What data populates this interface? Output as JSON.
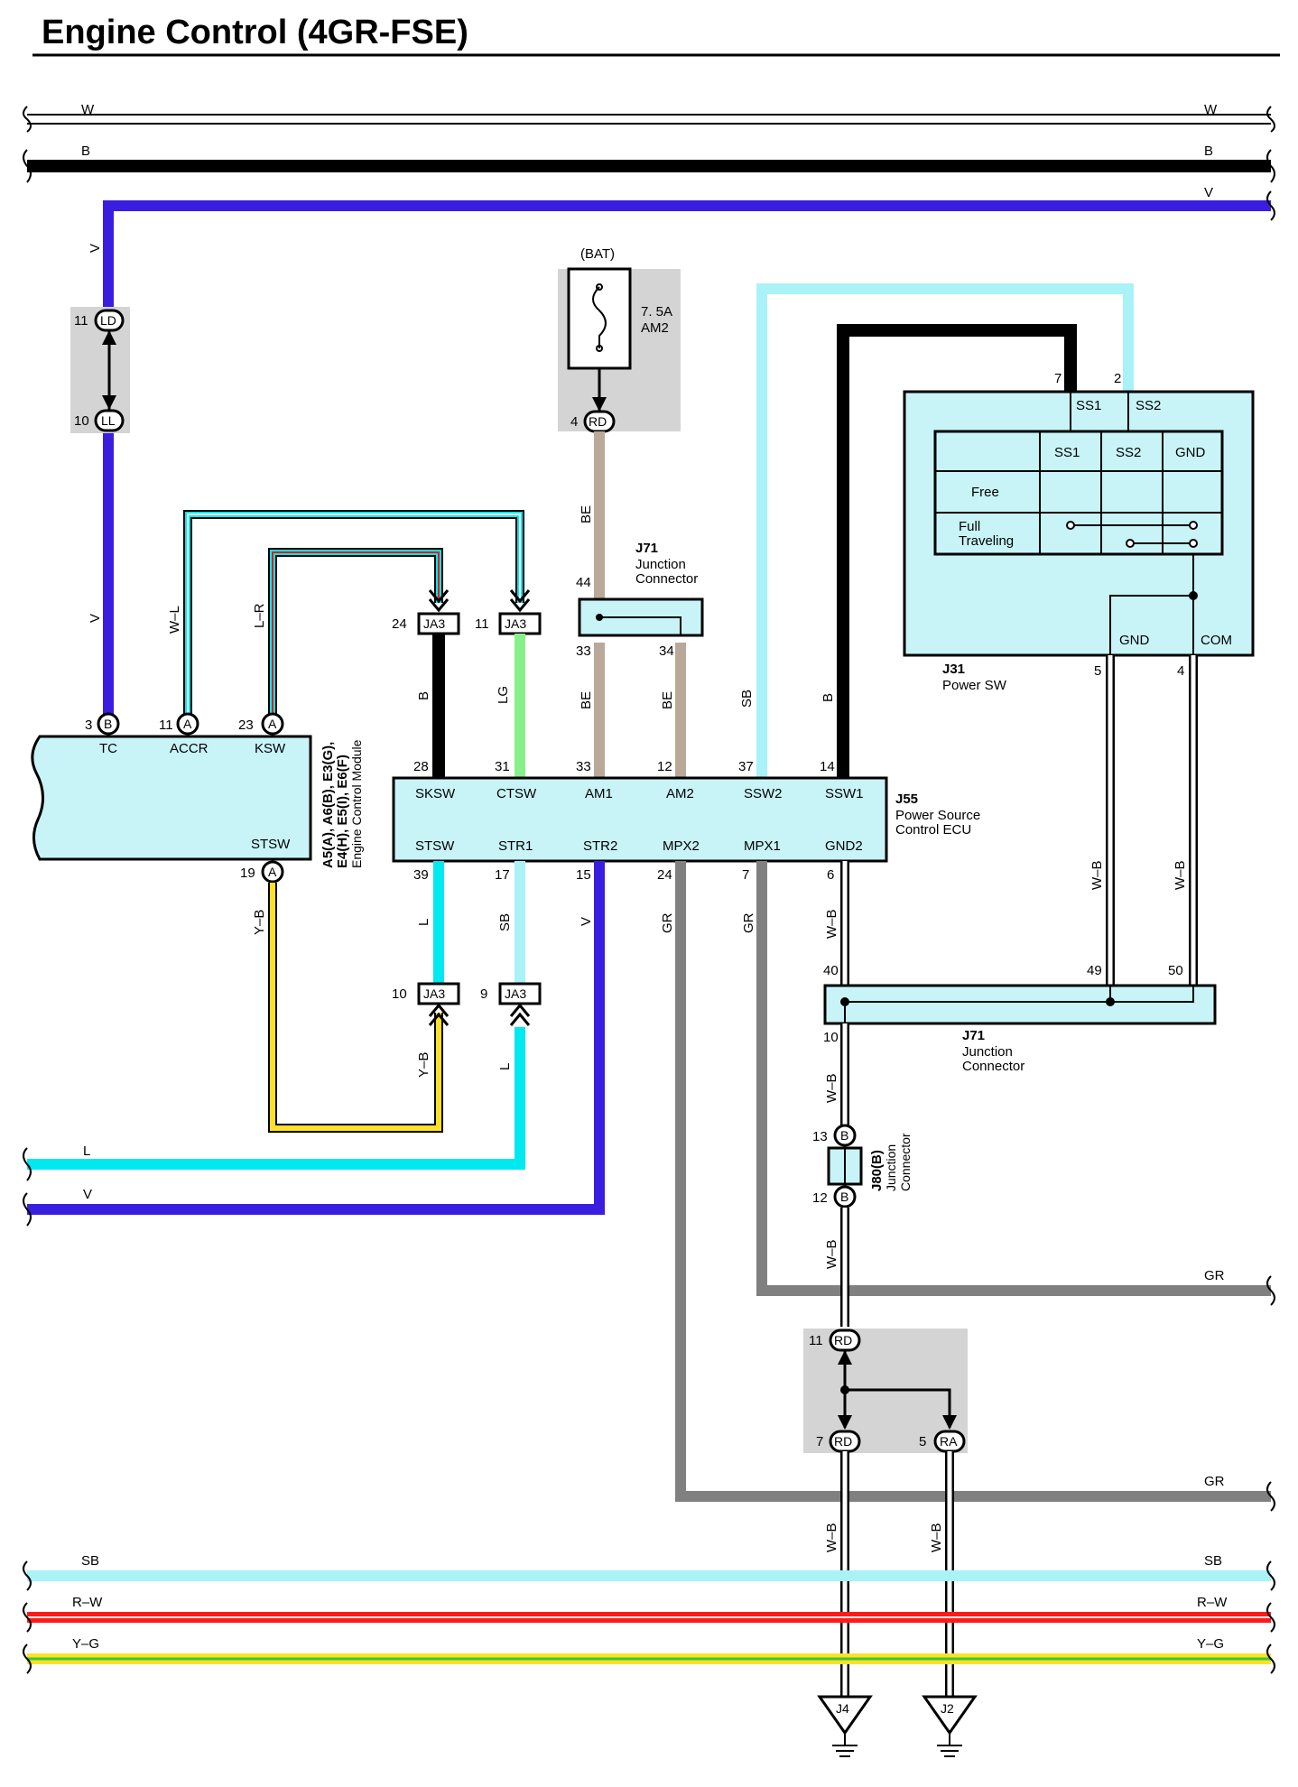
{
  "title": "Engine Control (4GR-FSE)",
  "colors": {
    "W": "#ffffff",
    "B": "#000000",
    "V": "#3a1ee0",
    "L": "#00e8f0",
    "SB": "#a8f2f8",
    "LG": "#88f088",
    "BE": "#baa898",
    "GR": "#808080",
    "R": "#ff1a1a",
    "Y": "#ffe028",
    "G": "#38c838",
    "box": "#c8f4f8",
    "grey_area": "#d4d4d4"
  },
  "bus_labels": {
    "w": "W",
    "b": "B",
    "v": "V",
    "l": "L",
    "gr": "GR",
    "sb": "SB",
    "rw": "R–W",
    "yg": "Y–G"
  },
  "wire_labels": {
    "v": "V",
    "wl": "W–L",
    "lr": "L–R",
    "yb": "Y–B",
    "b": "B",
    "lg": "LG",
    "be": "BE",
    "sb": "SB",
    "l": "L",
    "gr": "GR",
    "wb": "W–B"
  },
  "connectors": {
    "ld": "LD",
    "ll": "LL",
    "rd": "RD",
    "ra": "RA",
    "ja3": "JA3",
    "a": "A",
    "b": "B",
    "j4": "J4",
    "j2": "J2"
  },
  "fuse": {
    "source": "(BAT)",
    "rating": "7. 5A",
    "name": "AM2"
  },
  "ecm": {
    "terminals": {
      "tc": "TC",
      "accr": "ACCR",
      "ksw": "KSW",
      "stsw": "STSW"
    },
    "codes": "A5(A), A6(B), E3(G),",
    "codes2": "E4(H), E5(I), E6(F)",
    "name": "Engine Control Module"
  },
  "j71_top": {
    "id": "J71",
    "line1": "Junction",
    "line2": "Connector"
  },
  "j71_bottom": {
    "id": "J71",
    "line1": "Junction",
    "line2": "Connector"
  },
  "j80": {
    "id": "J80(B)",
    "line1": "Junction",
    "line2": "Connector"
  },
  "j55": {
    "id": "J55",
    "line1": "Power Source",
    "line2": "Control ECU",
    "top": [
      "SKSW",
      "CTSW",
      "AM1",
      "AM2",
      "SSW2",
      "SSW1"
    ],
    "bottom": [
      "STSW",
      "STR1",
      "STR2",
      "MPX2",
      "MPX1",
      "GND2"
    ]
  },
  "j31": {
    "id": "J31",
    "name": "Power SW",
    "ss1": "SS1",
    "ss2": "SS2",
    "gnd": "GND",
    "com": "COM",
    "free": "Free",
    "full1": "Full",
    "full2": "Traveling"
  },
  "pins": {
    "p11": "11",
    "p10": "10",
    "p4": "4",
    "p44": "44",
    "p33": "33",
    "p34": "34",
    "p7": "7",
    "p2": "2",
    "p3": "3",
    "p23": "23",
    "p24": "24",
    "p28": "28",
    "p31": "31",
    "p12": "12",
    "p37": "37",
    "p14": "14",
    "p19": "19",
    "p39": "39",
    "p17": "17",
    "p15": "15",
    "p6": "6",
    "p5": "5",
    "p49": "49",
    "p50": "50",
    "p40": "40",
    "p9": "9",
    "p13": "13"
  }
}
